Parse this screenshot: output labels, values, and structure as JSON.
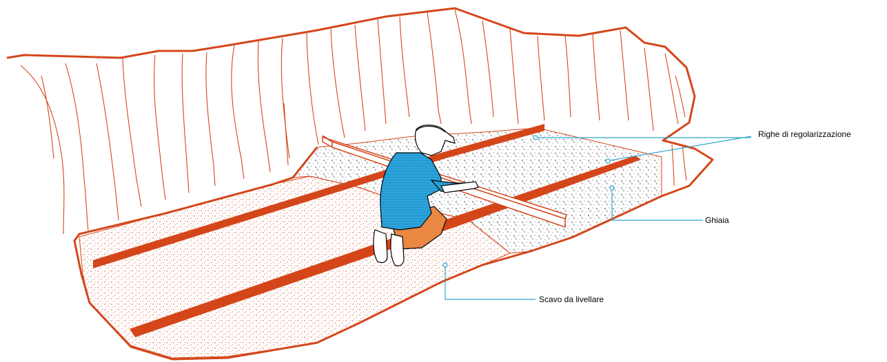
{
  "labels": {
    "righe": "Righe di regolarizzazione",
    "ghiaia": "Ghiaia",
    "scavo": "Scavo da livellare"
  },
  "colors": {
    "terrain": "#d4461a",
    "ruler": "#d4461a",
    "leader": "#2ba7d1",
    "shirt": "#2ba3dc",
    "trousers": "#e98743",
    "soil_dots": "#d4461a",
    "gravel_dots": "#555555"
  }
}
